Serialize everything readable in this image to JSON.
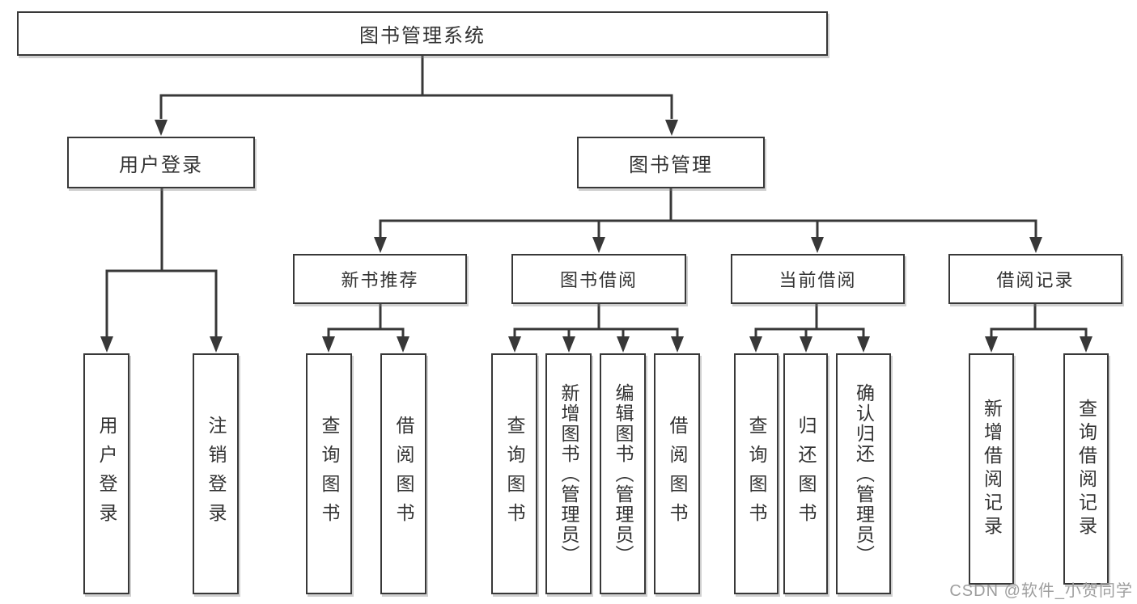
{
  "colors": {
    "line": "#383838",
    "box_border": "#383838",
    "text": "#333333",
    "watermark": "#9e9e9e",
    "background": "#ffffff"
  },
  "tree": {
    "root": {
      "label": "图书管理系统"
    },
    "level2": [
      {
        "label": "用户登录"
      },
      {
        "label": "图书管理"
      }
    ],
    "level3": [
      {
        "label": "新书推荐"
      },
      {
        "label": "图书借阅"
      },
      {
        "label": "当前借阅"
      },
      {
        "label": "借阅记录"
      }
    ],
    "leaves": {
      "login": [
        {
          "label": "用户登录"
        },
        {
          "label": "注销登录"
        }
      ],
      "recommend": [
        {
          "label": "查询图书"
        },
        {
          "label": "借阅图书"
        }
      ],
      "borrow": [
        {
          "label": "查询图书"
        },
        {
          "label": "新增图书（管理员）"
        },
        {
          "label": "编辑图书（管理员）"
        },
        {
          "label": "借阅图书"
        }
      ],
      "current": [
        {
          "label": "查询图书"
        },
        {
          "label": "归还图书"
        },
        {
          "label": "确认归还（管理员）"
        }
      ],
      "records": [
        {
          "label": "新增借阅记录"
        },
        {
          "label": "查询借阅记录"
        }
      ]
    }
  },
  "watermark": {
    "text": "CSDN @软件_小贺同学"
  }
}
